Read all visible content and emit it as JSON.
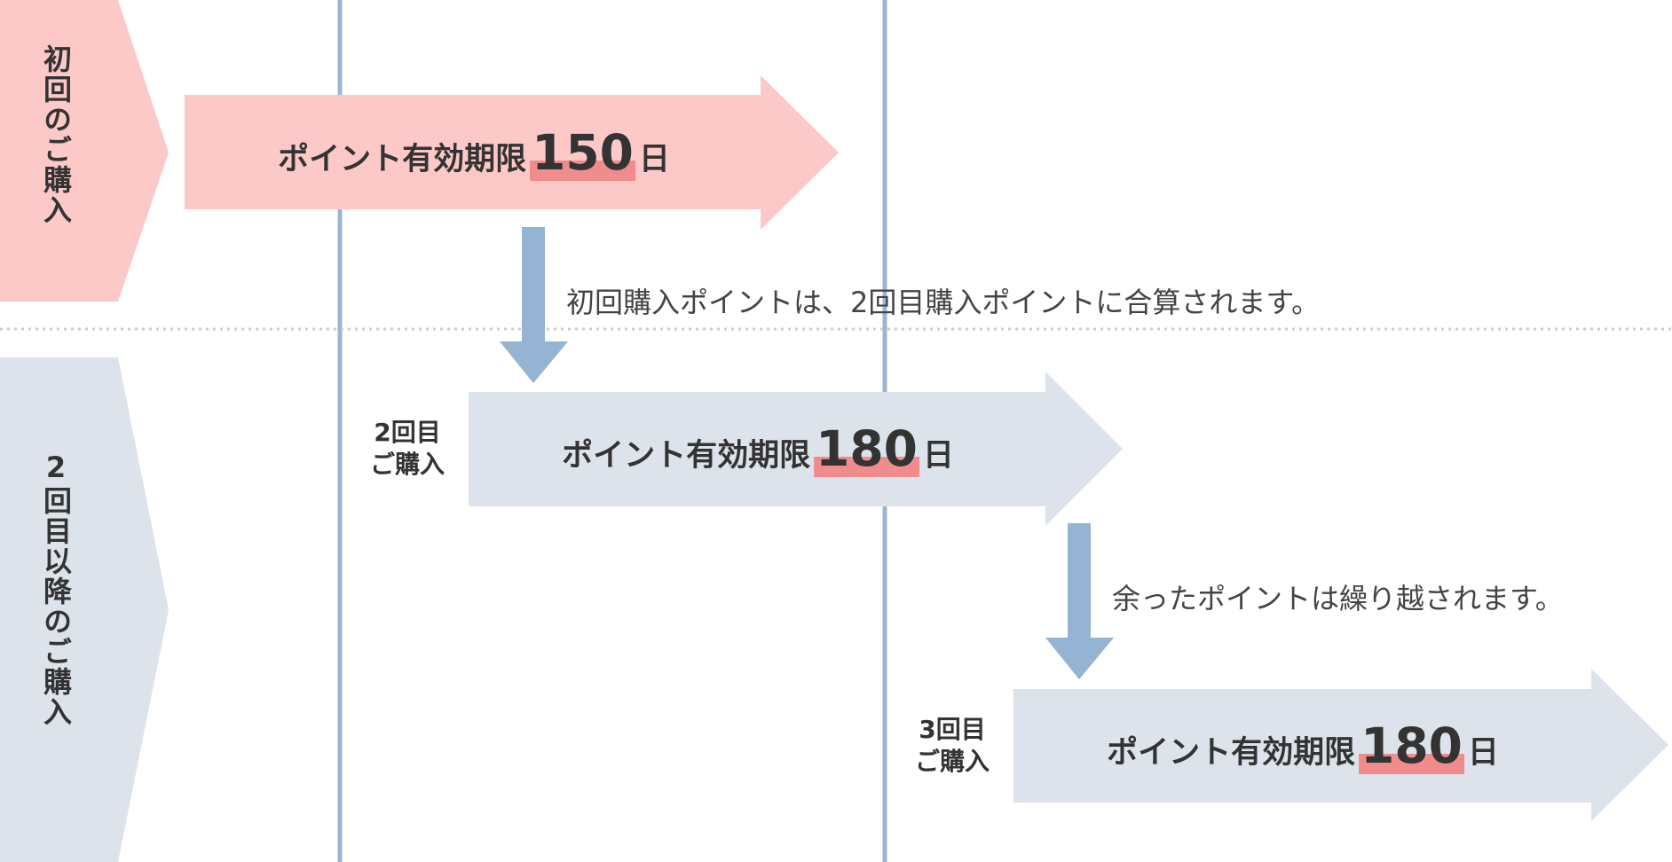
{
  "colors": {
    "pink": "#fdc8c8",
    "blue_gray": "#dde3ea",
    "down_arrow": "#95b3d2",
    "vline": "#9ab6d0",
    "highlight": "#f08c8c",
    "dotted": "#cccccc"
  },
  "sections": {
    "first": {
      "label": "初回のご購入"
    },
    "later": {
      "label": "2回目以降のご購入"
    }
  },
  "arrows": [
    {
      "prefix": "ポイント有効期限",
      "days": "150",
      "suffix": "日"
    },
    {
      "prefix": "ポイント有効期限",
      "days": "180",
      "suffix": "日"
    },
    {
      "prefix": "ポイント有効期限",
      "days": "180",
      "suffix": "日"
    }
  ],
  "purchases": [
    {
      "line1": "2回目",
      "line2": "ご購入"
    },
    {
      "line1": "3回目",
      "line2": "ご購入"
    }
  ],
  "notes": {
    "combined": "初回購入ポイントは、2回目購入ポイントに合算されます。",
    "carryover": "余ったポイントは繰り越されます。"
  }
}
